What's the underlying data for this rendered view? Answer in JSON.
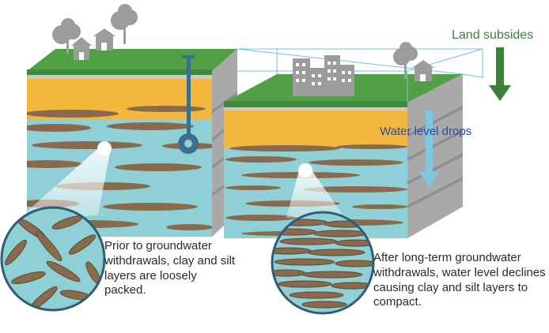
{
  "labels": {
    "land_subsides": "Land subsides",
    "water_level_drops": "Water level drops",
    "prior_text": "Prior to groundwater withdrawals, clay and silt layers are loosely packed.",
    "after_text": "After long-term groundwater withdrawals, water level declines causing clay and silt layers to compact."
  },
  "colors": {
    "grass": "#3f8a3c",
    "grass_top": "#52a046",
    "soil_dry": "#f2b73c",
    "soil_sat": "#8fd0d6",
    "clay": "#8a6a4c",
    "side_face": "#a9a9a9",
    "arrow_green": "#3e7f3a",
    "arrow_blue": "#7fc6de",
    "icon_gray": "#9c9c9c"
  }
}
